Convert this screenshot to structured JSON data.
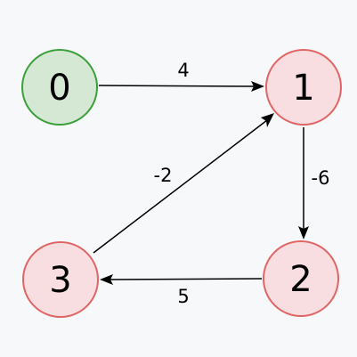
{
  "graph": {
    "nodes": [
      {
        "id": "n0",
        "label": "0",
        "fill": "#d5e8d4",
        "stroke": "#3ba03b"
      },
      {
        "id": "n1",
        "label": "1",
        "fill": "#f8dde1",
        "stroke": "#e06666"
      },
      {
        "id": "n2",
        "label": "2",
        "fill": "#f8dde1",
        "stroke": "#e06666"
      },
      {
        "id": "n3",
        "label": "3",
        "fill": "#f8dde1",
        "stroke": "#e06666"
      }
    ],
    "edges": [
      {
        "from": "0",
        "to": "1",
        "weight": "4"
      },
      {
        "from": "1",
        "to": "2",
        "weight": "-6"
      },
      {
        "from": "2",
        "to": "3",
        "weight": "5"
      },
      {
        "from": "3",
        "to": "1",
        "weight": "-2"
      }
    ]
  }
}
